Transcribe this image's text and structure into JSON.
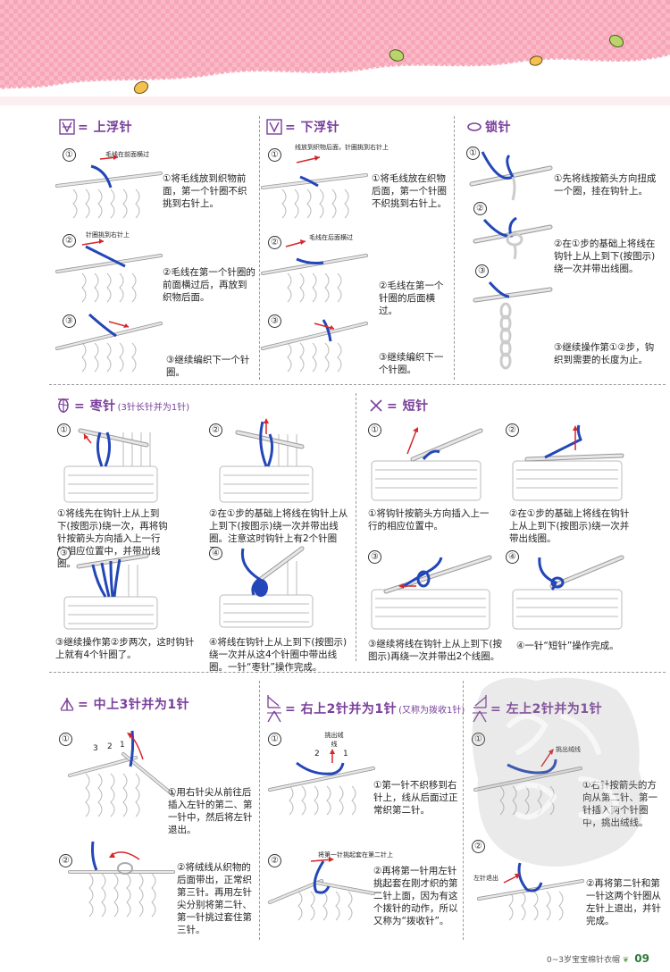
{
  "sections": {
    "s1": {
      "title": "= 上浮针",
      "steps": [
        {
          "num": "①",
          "caption": "①将毛线放到织物前面，第一个针圈不织挑到右针上。",
          "note": "毛线在前面横过"
        },
        {
          "num": "②",
          "caption": "②毛线在第一个针圈的前面横过后，再放到织物后面。",
          "note": "针圈挑到右针上"
        },
        {
          "num": "③",
          "caption": "③继续编织下一个针圈。",
          "note": ""
        }
      ]
    },
    "s2": {
      "title": "= 下浮针",
      "steps": [
        {
          "num": "①",
          "caption": "①将毛线放在织物后面，第一个针圈不织挑到右针上。",
          "note": "线放到织物后面，针圈挑到右针上"
        },
        {
          "num": "②",
          "caption": "②毛线在第一个针圈的后面横过。",
          "note": "毛线在后面横过"
        },
        {
          "num": "③",
          "caption": "③继续编织下一个针圈。",
          "note": ""
        }
      ]
    },
    "s3": {
      "title": "锁针",
      "steps": [
        {
          "num": "①",
          "caption": "①先将线按箭头方向扭成一个圈，挂在钩针上。"
        },
        {
          "num": "②",
          "caption": "②在①步的基础上将线在钩针上从上到下(按图示)绕一次并带出线圈。"
        },
        {
          "num": "③",
          "caption": "③继续操作第①②步，钩织到需要的长度为止。"
        }
      ]
    },
    "s4": {
      "title": "= 枣针",
      "note": "(3针长针并为1针)",
      "steps": [
        {
          "num": "①",
          "caption": "①将线先在钩针上从上到下(按图示)绕一次，再将钩针按箭头方向插入上一行的相应位置中，并带出线圈。"
        },
        {
          "num": "②",
          "caption": "②在①步的基础上将线在钩针上从上到下(按图示)绕一次并带出线圈。注意这时钩针上有2个针圈了。"
        },
        {
          "num": "③",
          "caption": "③继续操作第②步两次，这时钩针上就有4个针圈了。"
        },
        {
          "num": "④",
          "caption": "④将线在钩针上从上到下(按图示)绕一次并从这4个针圈中带出线圈。一针“枣针”操作完成。"
        }
      ]
    },
    "s5": {
      "title": "= 短针",
      "steps": [
        {
          "num": "①",
          "caption": "①将钩针按箭头方向插入上一行的相应位置中。"
        },
        {
          "num": "②",
          "caption": "②在①步的基础上将线在钩针上从上到下(按图示)绕一次并带出线圈。"
        },
        {
          "num": "③",
          "caption": "③继续将线在钩针上从上到下(按图示)再绕一次并带出2个线圈。"
        },
        {
          "num": "④",
          "caption": "④一针“短针”操作完成。"
        }
      ]
    },
    "s6": {
      "title": "= 中上3针并为1针",
      "labels": [
        "3",
        "2",
        "1"
      ],
      "steps": [
        {
          "num": "①",
          "caption": "①用右针尖从前往后插入左针的第二、第一针中，然后将左针退出。"
        },
        {
          "num": "②",
          "caption": "②将绒线从织物的后面带出，正常织第三针。再用左针尖分别将第二针、第一针挑过套住第三针。"
        }
      ]
    },
    "s7": {
      "title": "= 右上2针并为1针",
      "note": "(又称为拨收1针)",
      "labels": [
        "2",
        "1"
      ],
      "steps": [
        {
          "num": "①",
          "caption": "①第一针不织移到右针上，线从后面过正常织第二针。",
          "note": "挑出绒线"
        },
        {
          "num": "②",
          "caption": "②再将第一针用左针挑起套在刚才织的第二针上面，因为有这个拨针的动作，所以又称为“拨收针”。",
          "note": "将第一针挑起套在第二针上"
        }
      ]
    },
    "s8": {
      "title": "= 左上2针并为1针",
      "steps": [
        {
          "num": "①",
          "caption": "①右针按箭头的方向从第二针、第一针插入两个针圈中，挑出绒线。",
          "note": "挑出绒线"
        },
        {
          "num": "②",
          "caption": "②再将第二针和第一针这两个针圈从左针上退出，并针完成。",
          "note": "左针退出"
        }
      ]
    }
  },
  "footer": {
    "text": "0~3岁宝宝棉针衣帽",
    "page": "09"
  },
  "colors": {
    "banner": "#f7a6b8",
    "title": "#7a3f9a",
    "yarn": "#2346b8",
    "arrow": "#d6262a",
    "needle": "#d0d0d0"
  }
}
